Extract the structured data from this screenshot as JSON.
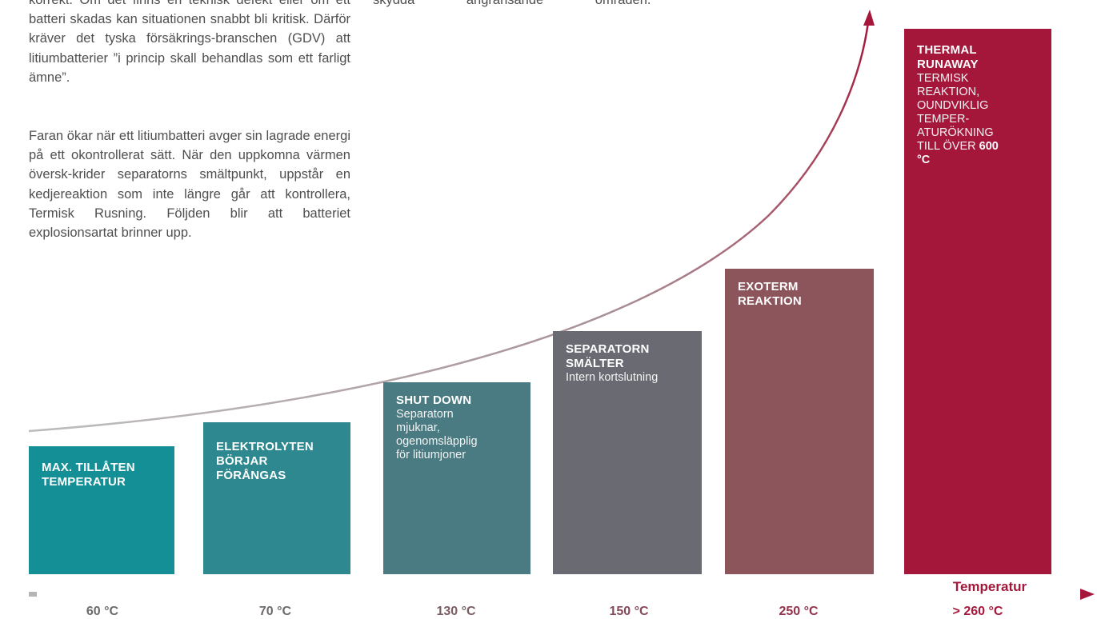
{
  "text": {
    "para_top": "korrekt. Om det finns en teknisk defekt eller om ett batteri skadas kan situationen snabbt bli kritisk. Därför kräver det tyska försäkrings-branschen (GDV) att litiumbatterier ”i princip skall behandlas som ett farligt ämne”.",
    "para_top2": "skydda angränsande områden.",
    "para_mid": "Faran ökar när ett litiumbatteri avger sin lagrade energi på ett okontrollerat sätt. När den uppkomna värmen översk-krider separatorns smältpunkt, uppstår en kedjereaktion som inte längre går att kontrollera, Termisk Rusning. Följden blir att batteriet explosionsartat brinner upp."
  },
  "stages": [
    {
      "title": "MAX. TILLÅTEN TEMPERATUR",
      "desc": "",
      "temp": "60 °C",
      "level": 0.234,
      "color": "#158f96"
    },
    {
      "title": "ELEKTROLYTEN BÖRJAR FÖRÅNGAS",
      "desc": "",
      "temp": "70 °C",
      "level": 0.279,
      "color": "#2e8890"
    },
    {
      "title": "SHUT DOWN",
      "desc": "Separatorn mjuknar, ogenomsläpplig för litiumjoner",
      "temp": "130 °C",
      "level": 0.352,
      "color": "#4a7b82"
    },
    {
      "title": "SEPARATORN SMÄLTER",
      "desc": "Intern kortslutning",
      "temp": "150 °C",
      "level": 0.446,
      "color": "#6a6b72"
    },
    {
      "title": "EXOTERM REAKTION",
      "desc": "",
      "temp": "250 °C",
      "level": 0.56,
      "color": "#8c555c"
    },
    {
      "title": "THERMAL RUNAWAY",
      "desc": "TERMISK REAKTION, OUNDVIKLIG TEMPER-ATURÖKNING TILL ÖVER ",
      "desc_bold": "600 °C",
      "temp": "> 260 °C",
      "level": 1.0,
      "color": "#a5173a"
    }
  ],
  "axis": {
    "title": "Temperatur",
    "color_start": "#a9a9a9",
    "color_end": "#a5173a"
  }
}
